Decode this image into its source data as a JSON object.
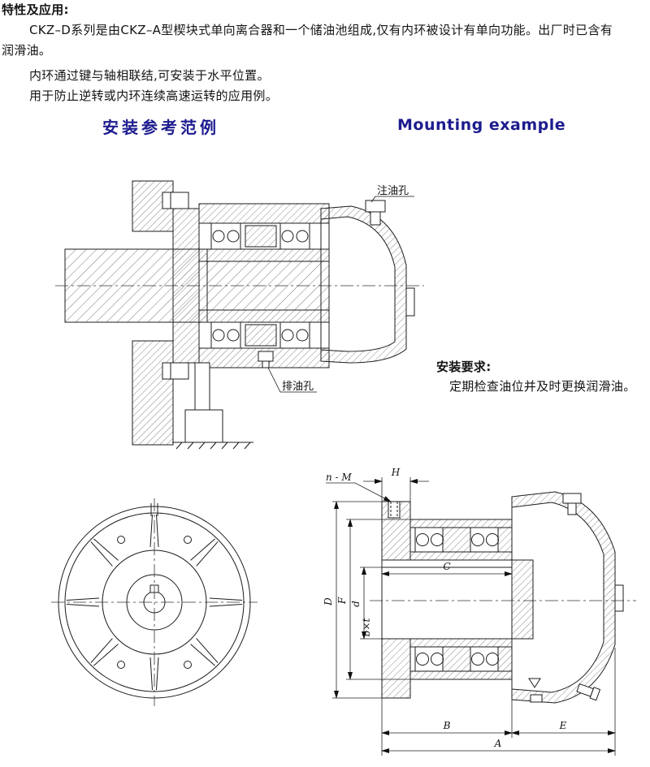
{
  "page": {
    "accent": "#1d1c8e",
    "background": "#ffffff"
  },
  "intro": {
    "heading": "特性及应用:",
    "p1a": "CKZ–D系列是由CKZ–A型楔块式单向离合器和一个储油池组成,仅有内环被设计有单向功能。出厂时已含有",
    "p1b": "润滑油。",
    "p2": "内环通过键与轴相联结,可安装于水平位置。",
    "p3": "用于防止逆转或内环连续高速运转的应用例。"
  },
  "titles": {
    "zh": "安装参考范例",
    "en": "Mounting example"
  },
  "mounting": {
    "fill_hole": "注油孔",
    "drain_hole": "排油孔"
  },
  "requirements": {
    "heading": "安装要求:",
    "body": "定期检查油位并及时更换润滑油。"
  },
  "dims": {
    "n_m": "n - M",
    "H": "H",
    "C": "C",
    "D": "D",
    "F": "F",
    "d": "d",
    "bxt": "b×t",
    "B": "B",
    "E": "E",
    "A": "A"
  }
}
